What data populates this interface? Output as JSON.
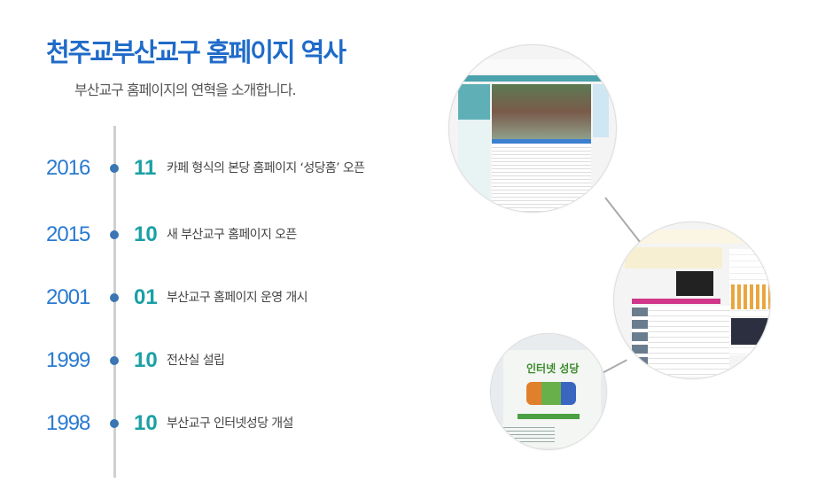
{
  "header": {
    "title": "천주교부산교구 홈페이지 역사",
    "subtitle": "부산교구 홈페이지의 연혁을 소개합니다."
  },
  "timeline": [
    {
      "year": "2016",
      "month": "11",
      "description": "카페 형식의 본당 홈페이지 ‘성당홈’ 오픈"
    },
    {
      "year": "2015",
      "month": "10",
      "description": "새 부산교구 홈페이지 오픈"
    },
    {
      "year": "2001",
      "month": "01",
      "description": "부산교구 홈페이지 운영 개시"
    },
    {
      "year": "1999",
      "month": "10",
      "description": "전산실 설립"
    },
    {
      "year": "1998",
      "month": "10",
      "description": "부산교구 인터넷성당 개설"
    }
  ],
  "screenshots": [
    {
      "label": "2015 homepage screenshot"
    },
    {
      "label": "2001 homepage screenshot"
    },
    {
      "label": "1998 internet cathedral screenshot",
      "title_text": "인터넷 성당"
    }
  ],
  "colors": {
    "title": "#1f6bc9",
    "year": "#2a7ad1",
    "month": "#1aa0a5",
    "dot": "#3a75b4",
    "line": "#cfcfcf"
  }
}
